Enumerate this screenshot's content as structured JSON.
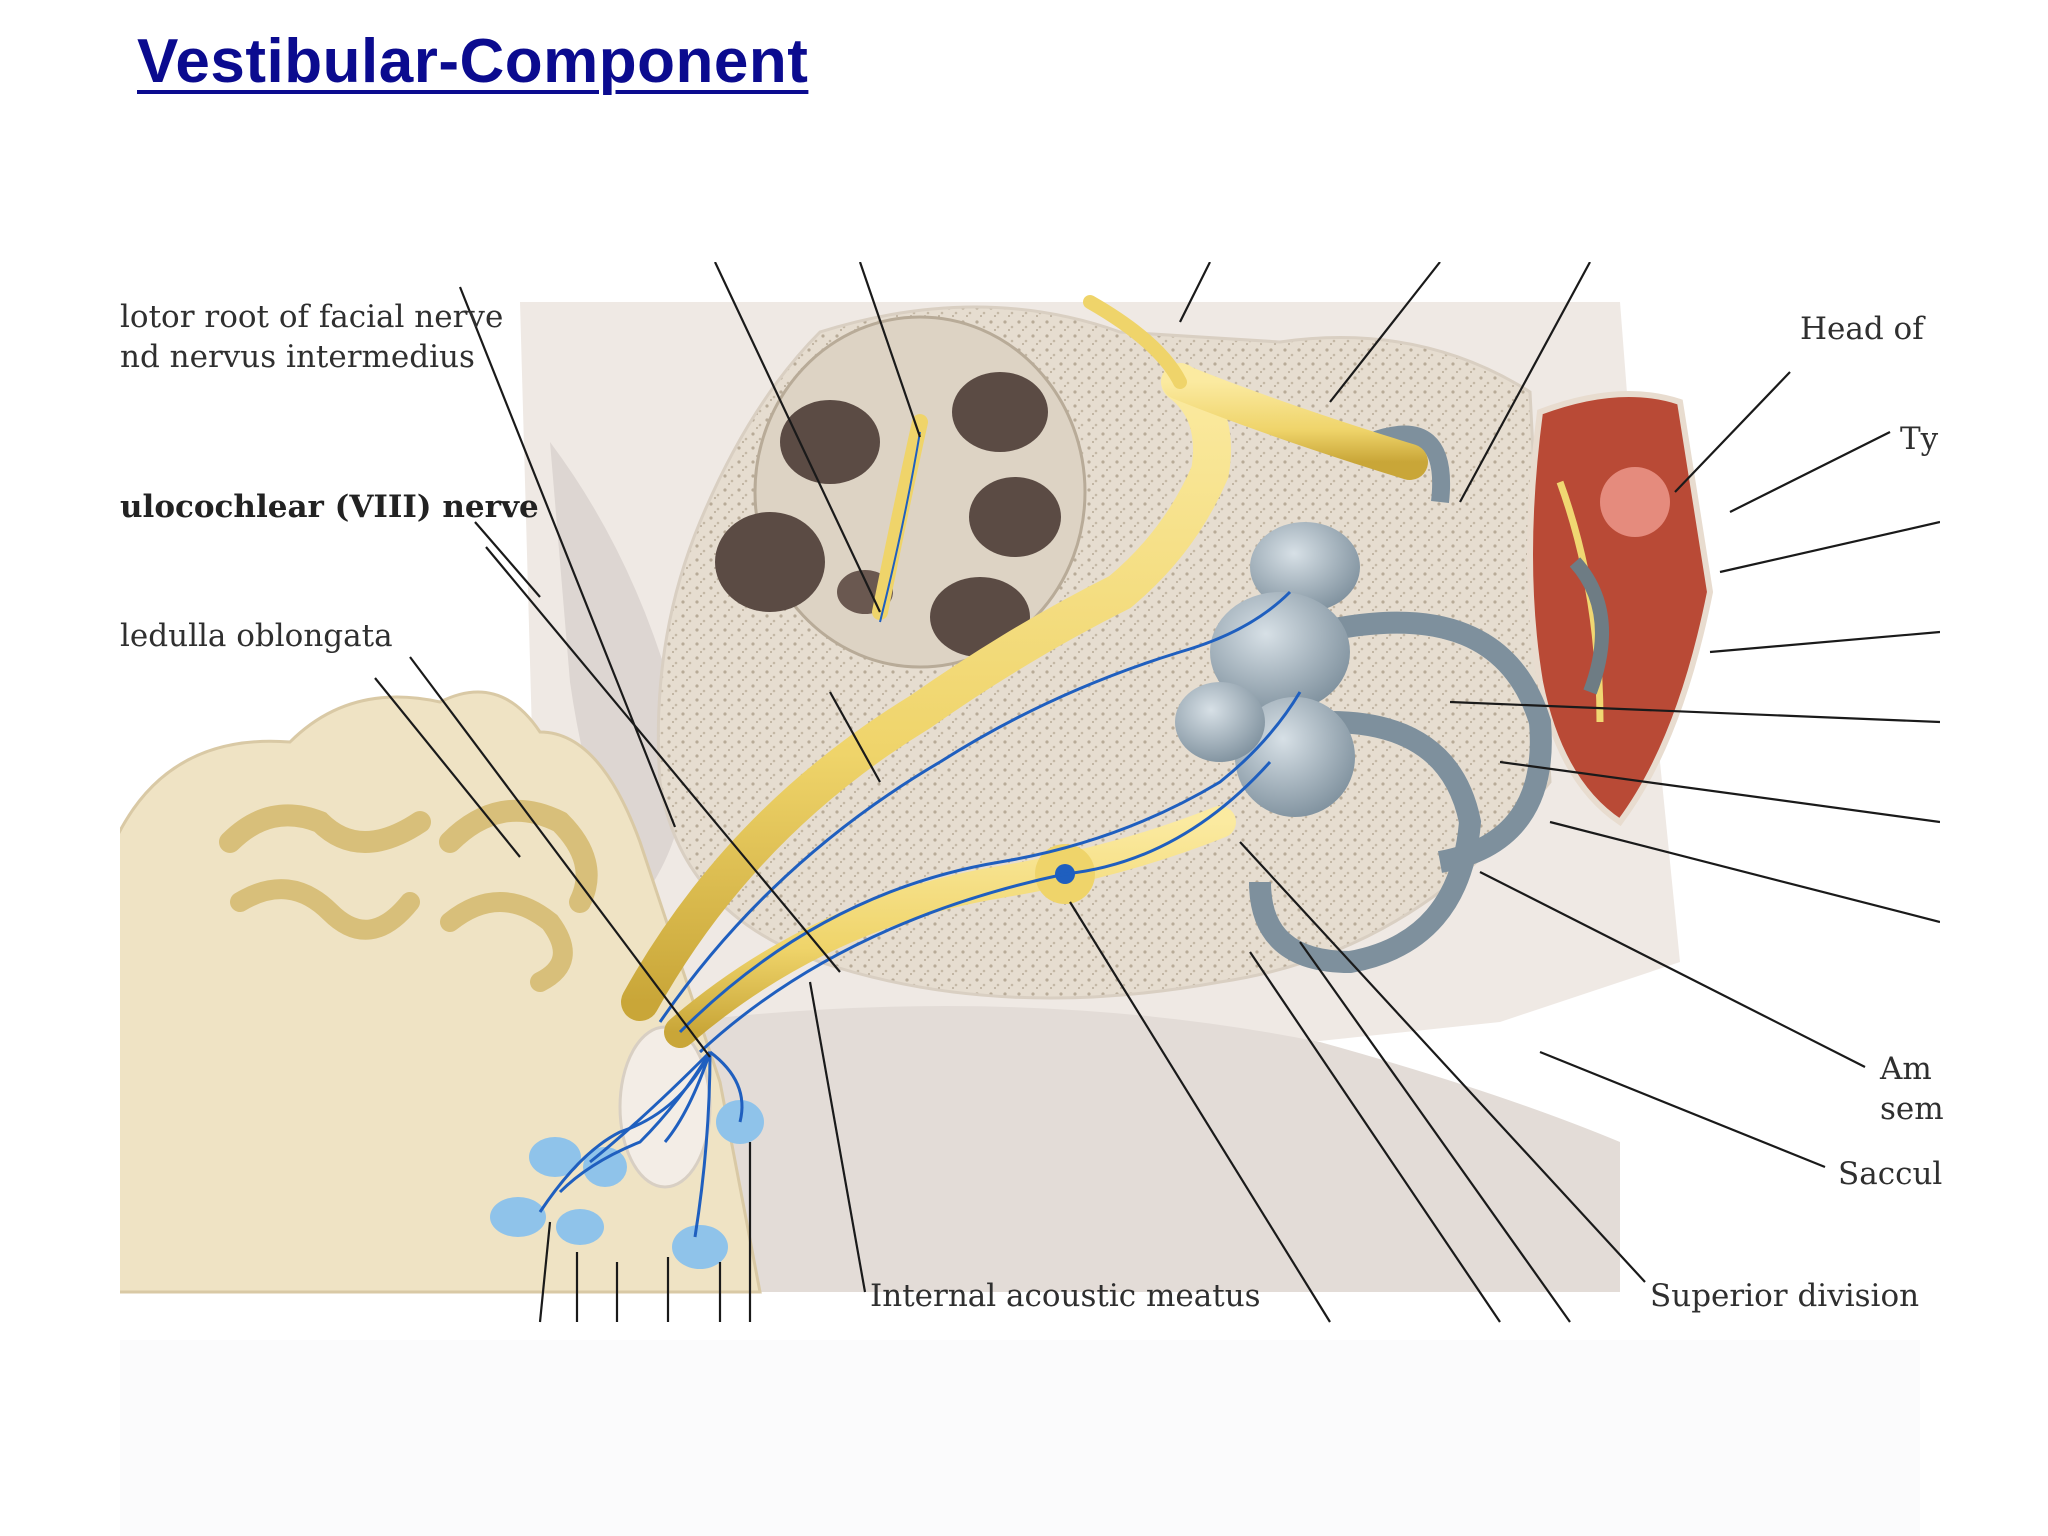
{
  "slide": {
    "title": "Vestibular-Component"
  },
  "figure": {
    "labels": {
      "motor_root_line1": "lotor root of facial nerve",
      "motor_root_line2": "nd nervus intermedius",
      "vestibulocochlear": "ulocochlear (VIII) nerve",
      "medulla": "ledulla oblongata",
      "internal_acoustic_meatus": "Internal acoustic meatus",
      "superior_division": "Superior division",
      "head_of": "Head of",
      "ty": "Ty",
      "amp_line1": "Am",
      "amp_line2": "sem",
      "saccule": "Saccul"
    },
    "colors": {
      "nerve": "#f0d772",
      "nerve_edge": "#c9a83a",
      "blue_fiber": "#1f5fbf",
      "bone": "#e9e1d6",
      "labyrinth": "#8a9ba8",
      "middle_ear": "#c0503e",
      "medulla": "#efe3c4",
      "nucleus": "#8fc3ea"
    }
  }
}
